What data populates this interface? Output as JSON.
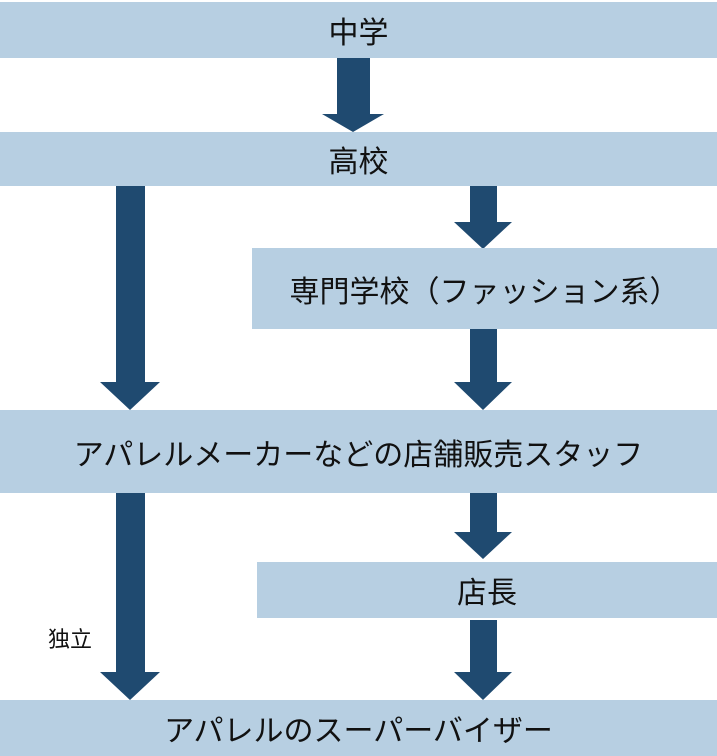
{
  "diagram": {
    "colors": {
      "box_fill": "#b7cfe2",
      "arrow_fill": "#1f4a70",
      "text": "#111111"
    },
    "nodes": {
      "junior_high": "中学",
      "high_school": "高校",
      "vocational_school": "専門学校（ファッション系）",
      "sales_staff": "アパレルメーカーなどの店舗販売スタッフ",
      "store_manager": "店長",
      "supervisor": "アパレルのスーパーバイザー"
    },
    "edge_labels": {
      "independence": "独立"
    },
    "edges": [
      {
        "from": "junior_high",
        "to": "high_school"
      },
      {
        "from": "high_school",
        "to": "sales_staff"
      },
      {
        "from": "high_school",
        "to": "vocational_school"
      },
      {
        "from": "vocational_school",
        "to": "sales_staff"
      },
      {
        "from": "sales_staff",
        "to": "supervisor",
        "label": "independence"
      },
      {
        "from": "sales_staff",
        "to": "store_manager"
      },
      {
        "from": "store_manager",
        "to": "supervisor"
      }
    ]
  }
}
